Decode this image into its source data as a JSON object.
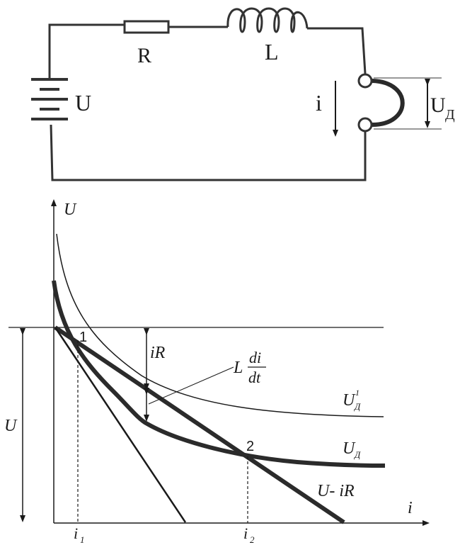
{
  "circuit": {
    "resistor_label": "R",
    "inductor_label": "L",
    "source_label": "U",
    "current_label": "i",
    "arc_voltage_label_main": "U",
    "arc_voltage_label_sub": "Д"
  },
  "graph": {
    "y_axis_label": "U",
    "x_axis_label": "i",
    "supply_voltage_label": "U",
    "ir_drop_label": "iR",
    "inductive_label_L": "L",
    "inductive_label_num": "di",
    "inductive_label_den": "dt",
    "curve_upper_main": "U",
    "curve_upper_sup": "1",
    "curve_upper_sub": "Д",
    "curve_arc_main": "U",
    "curve_arc_sub": "Д",
    "load_line_label": "U- iR",
    "point_1_label": "1",
    "point_2_label": "2",
    "tick_i1_main": "i",
    "tick_i1_sub": "1",
    "tick_i2_main": "i",
    "tick_i2_sub": "2"
  }
}
